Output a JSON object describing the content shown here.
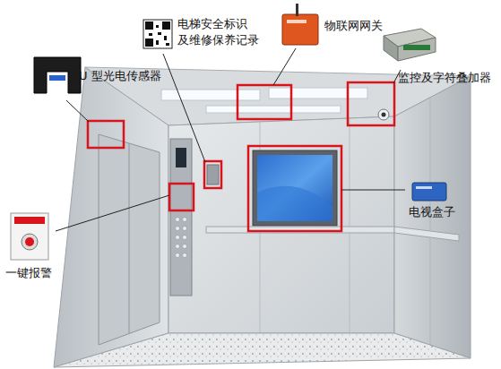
{
  "diagram": {
    "labels": [
      "U 型光电传感器",
      "电梯安全标识 及维修保养记录",
      "物联网网关",
      "监控及字符叠加器",
      "电视盒子",
      "一键报警"
    ]
  }
}
